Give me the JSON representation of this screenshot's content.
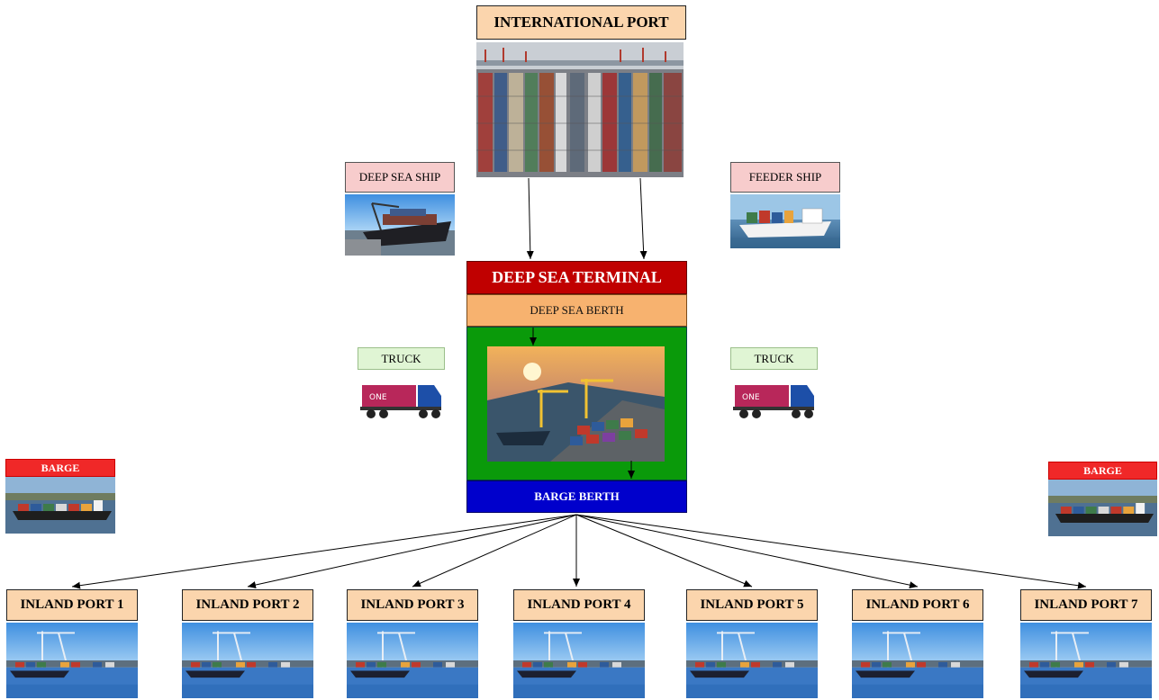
{
  "international_port": {
    "label": "INTERNATIONAL PORT"
  },
  "deep_sea_ship": {
    "label": "DEEP SEA  SHIP"
  },
  "feeder_ship": {
    "label": "FEEDER SHIP"
  },
  "terminal": {
    "title": "DEEP SEA TERMINAL",
    "deep_berth": "DEEP SEA BERTH",
    "barge_berth": "BARGE BERTH",
    "colors": {
      "title_bg": "#c00000",
      "deep_berth_bg": "#f7b26f",
      "yard_bg": "#0a9a0a",
      "barge_berth_bg": "#0000cc"
    }
  },
  "trucks": [
    {
      "label": "TRUCK"
    },
    {
      "label": "TRUCK"
    }
  ],
  "barges": [
    {
      "label": "BARGE"
    },
    {
      "label": "BARGE"
    }
  ],
  "inland_ports": [
    {
      "label": "INLAND PORT 1"
    },
    {
      "label": "INLAND PORT 2"
    },
    {
      "label": "INLAND PORT 3"
    },
    {
      "label": "INLAND PORT 4"
    },
    {
      "label": "INLAND PORT 5"
    },
    {
      "label": "INLAND PORT 6"
    },
    {
      "label": "INLAND PORT 7"
    }
  ]
}
